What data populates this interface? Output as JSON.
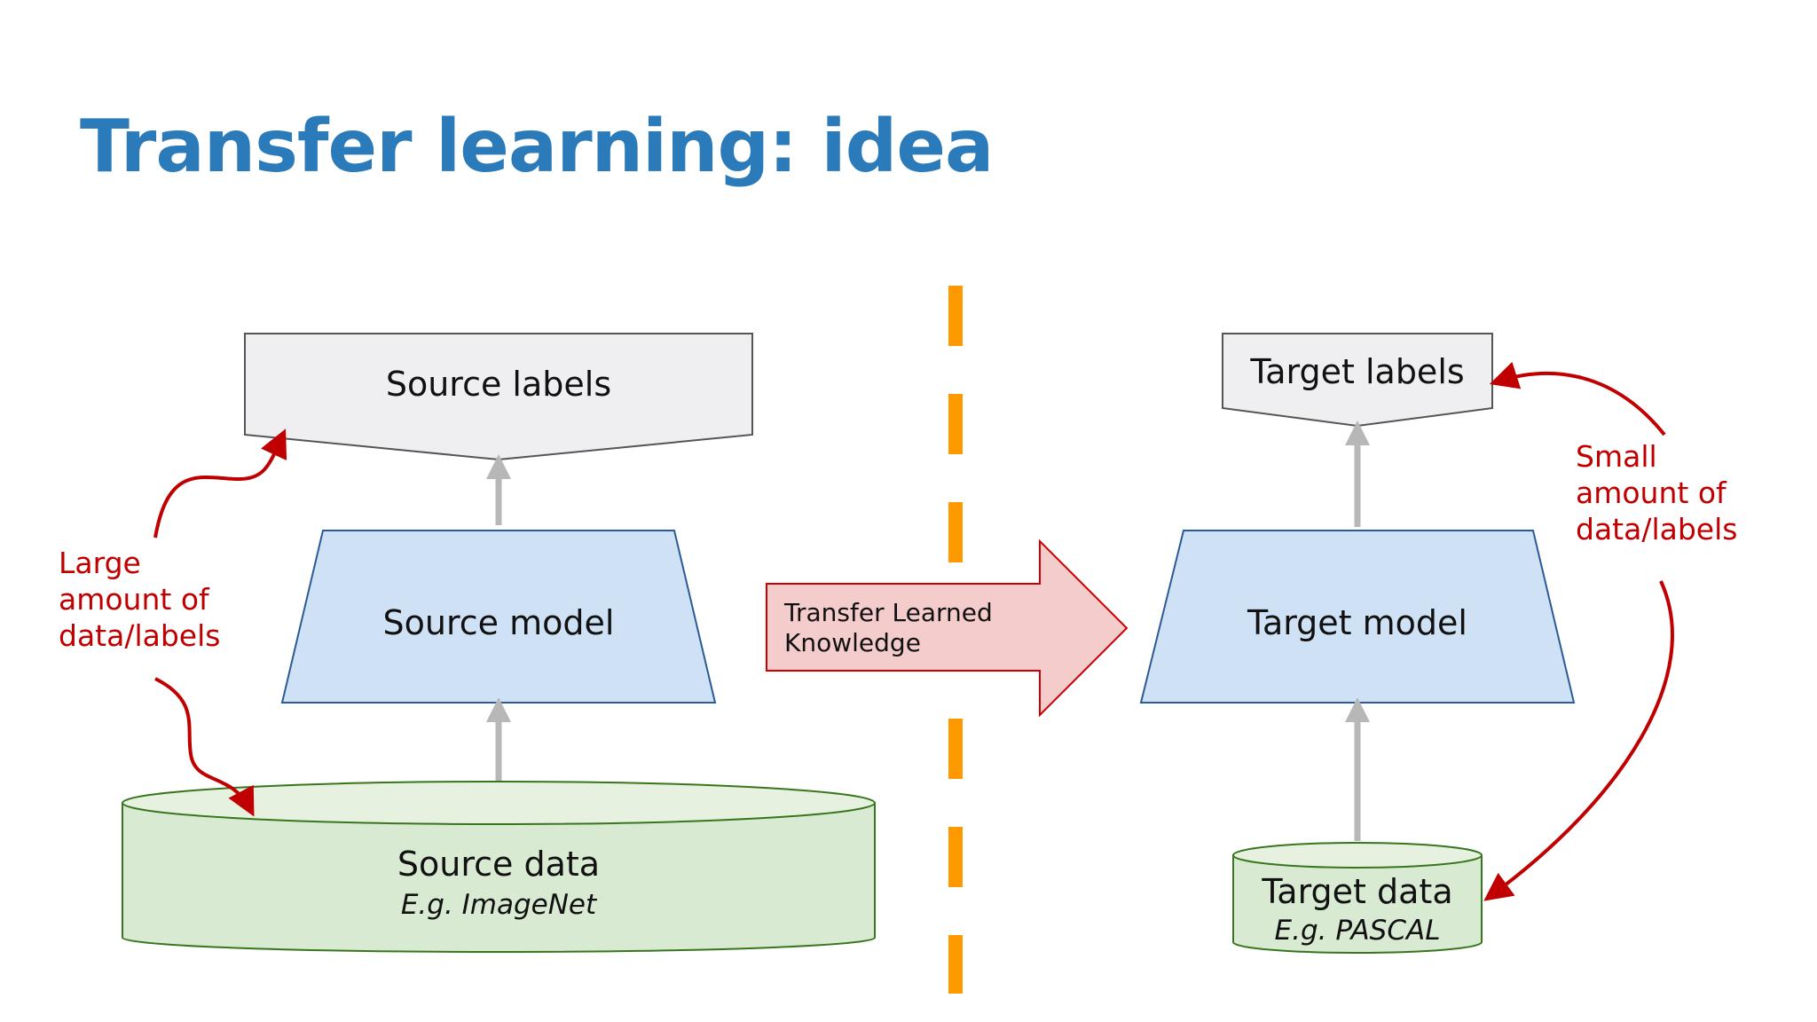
{
  "slide": {
    "title": "Transfer learning: idea"
  },
  "source": {
    "labels": "Source labels",
    "model": "Source model",
    "data": "Source data",
    "data_example": "E.g. ImageNet",
    "annotation_lines": [
      "Large",
      "amount of",
      "data/labels"
    ]
  },
  "target": {
    "labels": "Target labels",
    "model": "Target model",
    "data": "Target data",
    "data_example": "E.g. PASCAL",
    "annotation_lines": [
      "Small",
      "amount of",
      "data/labels"
    ]
  },
  "transfer": {
    "label_lines": [
      "Transfer Learned",
      "Knowledge"
    ]
  },
  "colors": {
    "title": "#2b7bba",
    "labels_fill": "#efeef1",
    "labels_stroke": "#555555",
    "model_fill": "#cfe1f4",
    "model_stroke": "#2b5a97",
    "data_fill": "#d9ead3",
    "data_top_fill": "#e6f1e0",
    "data_stroke": "#38761d",
    "transfer_fill": "#f4cccc",
    "transfer_stroke": "#cc0000",
    "annotation": "#c00000",
    "flow_arrow": "#b7b7b7",
    "divider": "#ff9900"
  }
}
